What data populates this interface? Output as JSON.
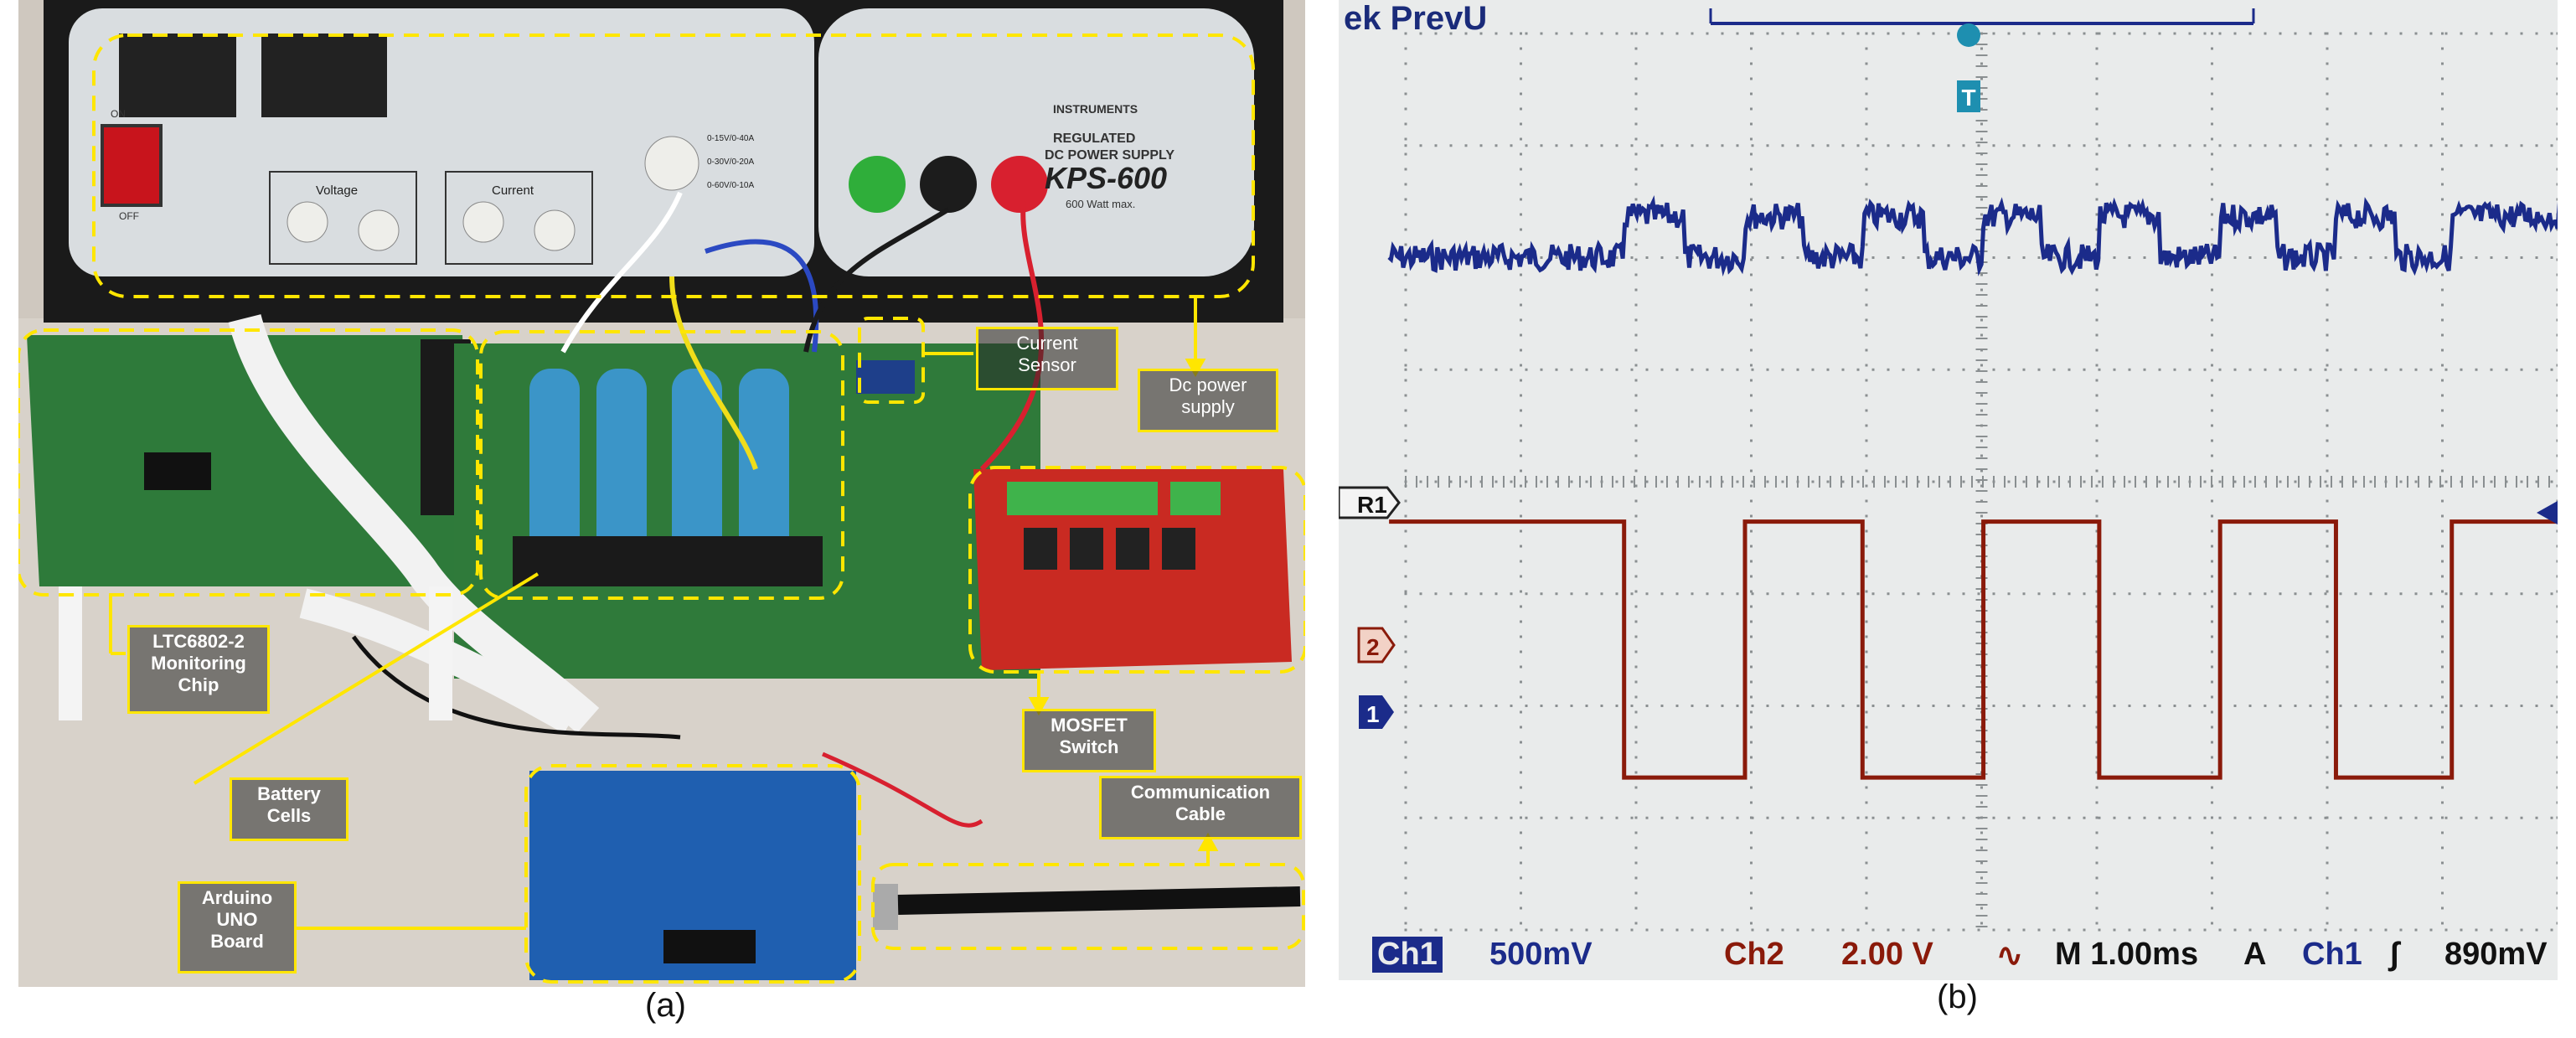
{
  "panel_a": {
    "caption": "(a)",
    "device": {
      "switch_on": "ON",
      "switch_off": "OFF",
      "voltage_label": "Voltage",
      "current_label": "Current",
      "brand": "INSTRUMENTS",
      "regulated": "REGULATED",
      "dc_power_supply": "DC POWER SUPPLY",
      "model": "KPS-600",
      "watt": "600 Watt max.",
      "range1": "0-15V/0-40A",
      "range2": "0-30V/0-20A",
      "range3": "0-60V/0-10A"
    },
    "callouts": {
      "current_sensor": "Current\nSensor",
      "dc_power_supply": "Dc power\nsupply",
      "ltc_chip": "LTC6802-2\nMonitoring\nChip",
      "battery_cells": "Battery\nCells",
      "mosfet_switch": "MOSFET\nSwitch",
      "communication_cable": "Communication\nCable",
      "arduino_board": "Arduino\nUNO\nBoard"
    },
    "colors": {
      "annotation": "#ffe600"
    }
  },
  "panel_b": {
    "caption": "(b)",
    "header": "ek PrevU",
    "trigger_marker": "T",
    "markers": {
      "r1": "R1",
      "ch2": "2",
      "ch1": "1"
    },
    "footer": {
      "ch1_label": "Ch1",
      "ch1_scale": "500mV",
      "ch2_label": "Ch2",
      "ch2_scale": "2.00 V",
      "ch2_coupling": "∿",
      "time_base": "M 1.00ms",
      "trigger_mode": "A",
      "trigger_source": "Ch1",
      "trigger_slope": "∫",
      "trigger_level": "890mV"
    },
    "colors": {
      "ch1": "#1b2b8a",
      "ch2": "#8a1a0a",
      "grid": "#8a8f91",
      "screen": "#e9ebeb"
    }
  }
}
